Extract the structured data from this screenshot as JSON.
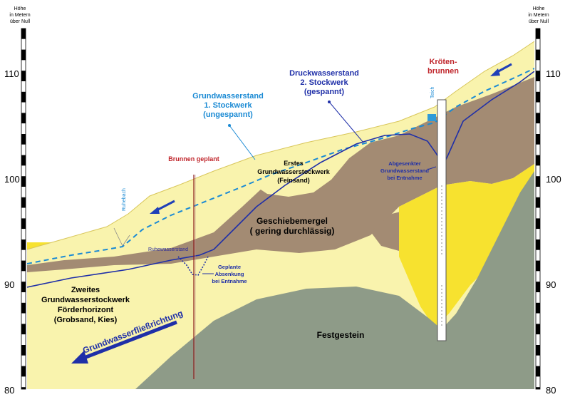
{
  "scale": {
    "left_header": [
      "Höhe",
      "in Metern",
      "über Null"
    ],
    "right_header": [
      "Höhe",
      "in Metern",
      "über Null"
    ],
    "left_ticks": [
      "110",
      "100",
      "90",
      "80"
    ],
    "right_ticks": [
      "110",
      "100",
      "90",
      "80"
    ]
  },
  "labels": {
    "grundwasserstand_1": [
      "Grundwasserstand",
      "1. Stockwerk",
      "(ungespannt)"
    ],
    "druckwasserstand_2": [
      "Druckwasserstand",
      "2. Stockwerk",
      "(gespannt)"
    ],
    "kroetenbrunnen": [
      "Kröten-",
      "brunnen"
    ],
    "teich": "Teich",
    "brunnen_geplant": "Brunnen geplant",
    "erstes_gws": [
      "Erstes",
      "Grundwasserstockwerk",
      "(Feinsand)"
    ],
    "abgesenkter": [
      "Abgesenkter",
      "Grundwasserstand",
      "bei Entnahme"
    ],
    "ruhebach": "Ruhebach",
    "geschiebemergel": [
      "Geschiebemergel",
      "( gering durchlässig)"
    ],
    "ruhewasserstand": "Ruhewasserstand",
    "geplante_absenkung": [
      "Geplante",
      "Absenkung",
      "bei Entnahme"
    ],
    "zweites_gws": [
      "Zweites",
      "Grundwasserstockwerk",
      "Förderhorizont",
      "(Grobsand, Kies)"
    ],
    "fliessrichtung": "Grundwasserfließrichtung",
    "festgestein": "Festgestein"
  },
  "colors": {
    "topsoil": "#f9f3ad",
    "marl": "#a38b73",
    "aquifer": "#f7e22f",
    "bedrock": "#8e9b88",
    "water_cyan": "#1a8ad4",
    "water_blue": "#1f2fa8",
    "red": "#c0262c"
  }
}
